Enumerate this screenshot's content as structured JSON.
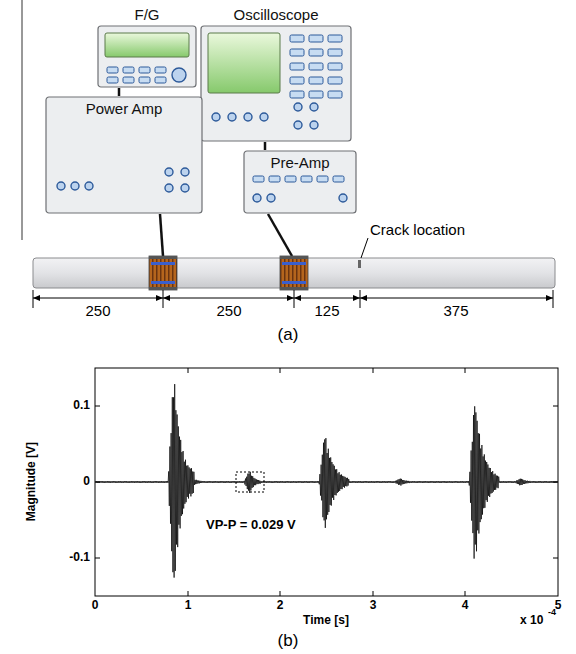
{
  "diagram": {
    "nodes": [
      {
        "text": [
          "F/G"
        ]
      },
      {
        "text": [
          "Oscilloscope"
        ]
      },
      {
        "text": [
          "Power Amp"
        ]
      },
      {
        "text": [
          "Pre-Amp"
        ]
      }
    ],
    "edges": [
      {
        "from": 0,
        "to": 2,
        "arrow": "none"
      },
      {
        "from": 1,
        "to": 3,
        "arrow": "none"
      }
    ],
    "labels": [
      "Crack location",
      "250",
      "250",
      "125",
      "375",
      "(a)",
      "0.1",
      "0",
      "-0.1",
      "0",
      "1",
      "2",
      "3",
      "4",
      "5",
      "Time [s]",
      "x 10",
      "-4",
      "VP-P = 0.029 V",
      "Magnitude [V]",
      "(b)"
    ]
  }
}
